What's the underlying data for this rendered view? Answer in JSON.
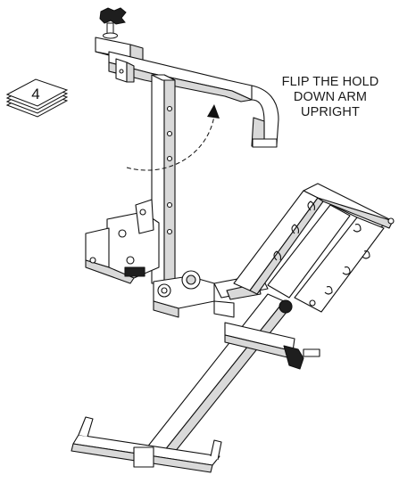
{
  "step": {
    "number": "4"
  },
  "instruction": {
    "lines": [
      "FLIP THE HOLD",
      "DOWN ARM",
      "UPRIGHT"
    ]
  },
  "colors": {
    "line": "#111111",
    "fill": "#ffffff",
    "shade": "#d9d9d9",
    "dark": "#1e1e1e"
  },
  "icons": {
    "step_badge": "stacked-pages-icon",
    "rotation_arrow": "curved-arrow-icon"
  }
}
